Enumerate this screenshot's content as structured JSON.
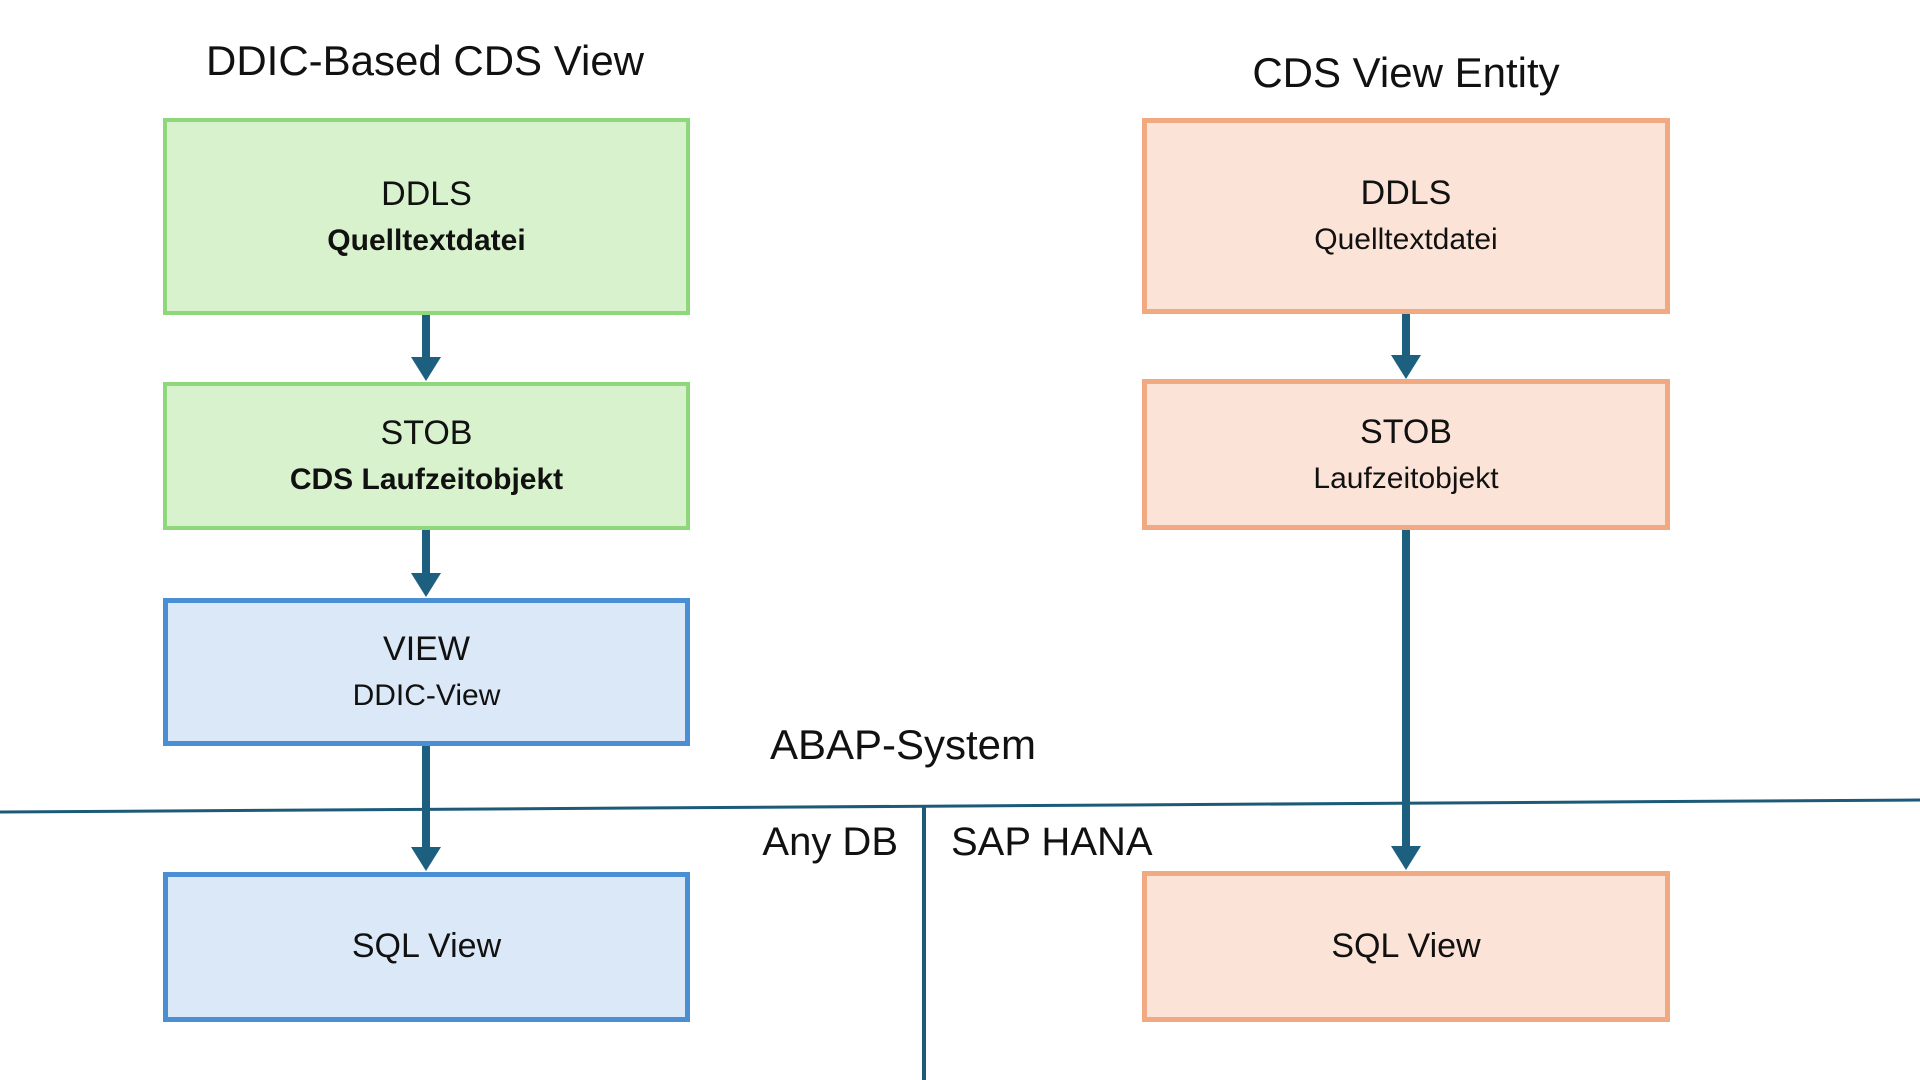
{
  "diagram_title": "DDIC-Based CDS View vs CDS View Entity lifecycle diagram",
  "left": {
    "title": "DDIC-Based CDS View",
    "boxes": [
      {
        "line1": "DDLS",
        "line2": "Quelltextdatei",
        "line2_bold": true,
        "style": "green"
      },
      {
        "line1": "STOB",
        "line2": "CDS Laufzeitobjekt",
        "line2_bold": true,
        "style": "green"
      },
      {
        "line1": "VIEW",
        "line2": "DDIC-View",
        "line2_bold": false,
        "style": "blue"
      },
      {
        "line1": "SQL View",
        "line2": "",
        "line2_bold": false,
        "style": "blue"
      }
    ]
  },
  "right": {
    "title": "CDS View Entity",
    "boxes": [
      {
        "line1": "DDLS",
        "line2": "Quelltextdatei",
        "line2_bold": false,
        "style": "orange"
      },
      {
        "line1": "STOB",
        "line2": "Laufzeitobjekt",
        "line2_bold": false,
        "style": "orange"
      },
      {
        "line1": "SQL View",
        "line2": "",
        "line2_bold": false,
        "style": "orange"
      }
    ]
  },
  "labels": {
    "abap_system": "ABAP-System",
    "any_db": "Any DB",
    "sap_hana": "SAP HANA"
  },
  "colors": {
    "green_box_fill": "#d8f2cd",
    "green_box_border": "#8ed77a",
    "blue_box_fill": "#dbe8f7",
    "blue_box_border": "#4a8ed3",
    "orange_box_fill": "#fce3d7",
    "orange_box_border": "#f0a981",
    "arrow": "#1d5f7f",
    "separator_line": "#1c5a78",
    "text": "#111111",
    "background": "#ffffff"
  }
}
